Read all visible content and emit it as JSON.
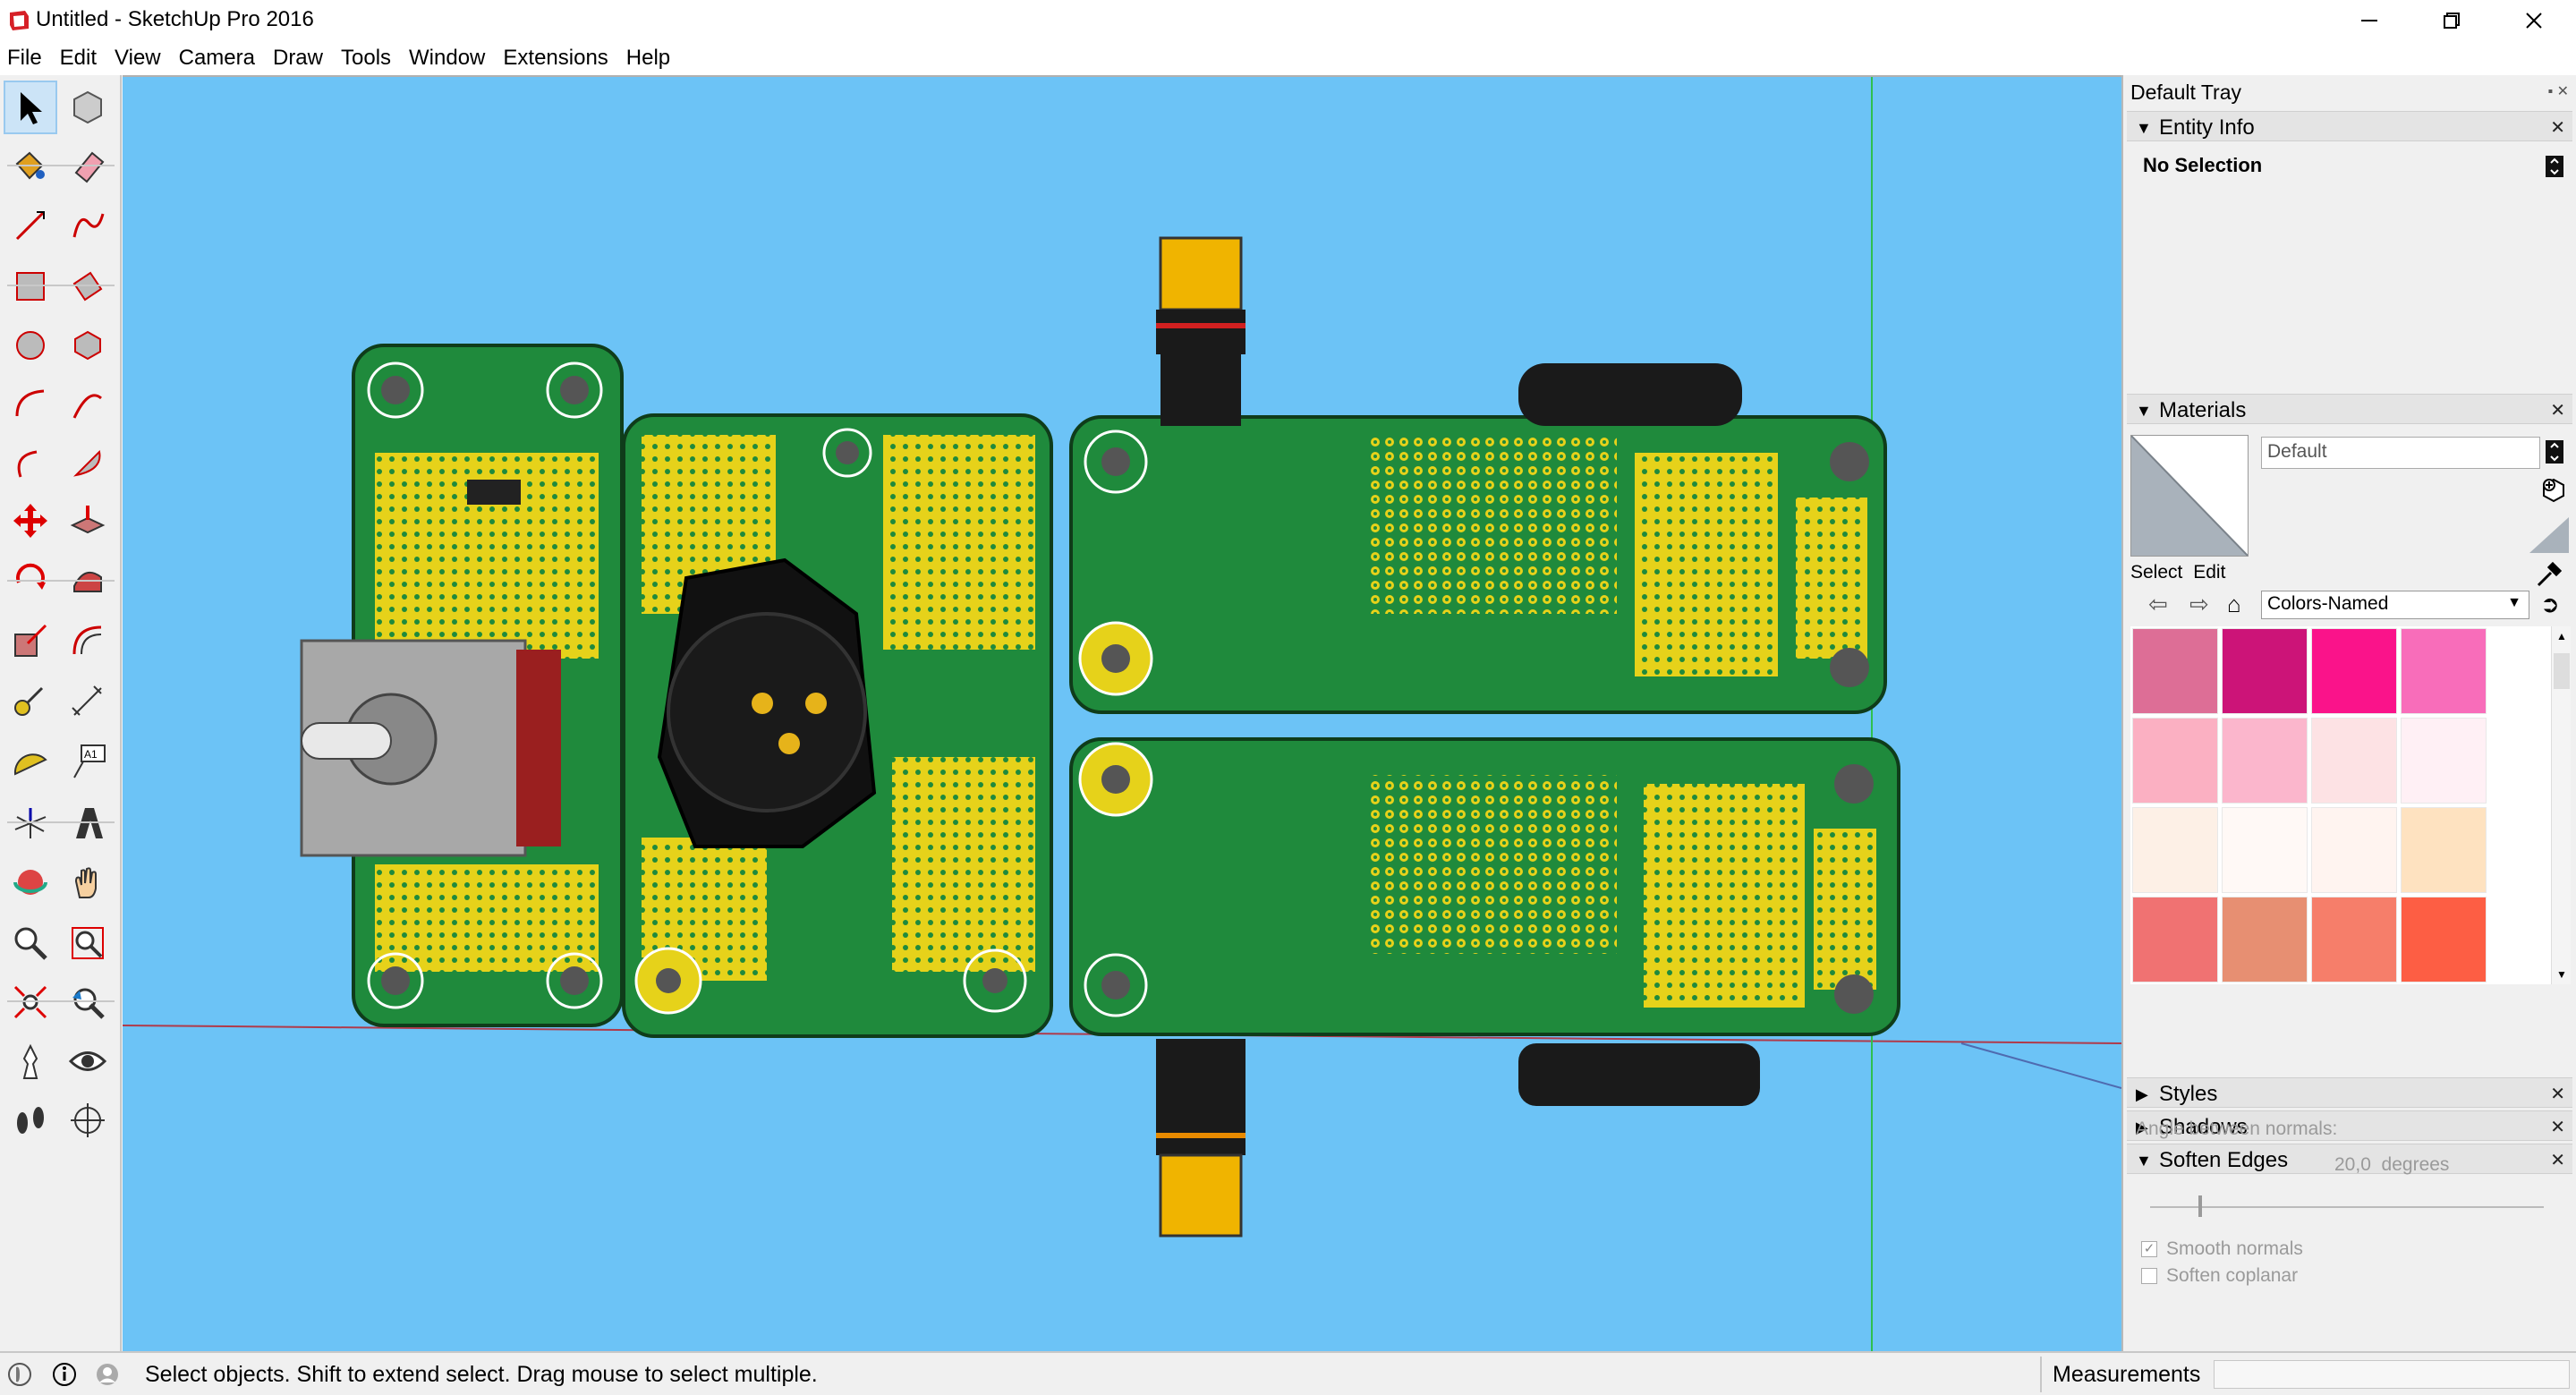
{
  "window": {
    "title": "Untitled - SketchUp Pro 2016"
  },
  "menu": [
    "File",
    "Edit",
    "View",
    "Camera",
    "Draw",
    "Tools",
    "Window",
    "Extensions",
    "Help"
  ],
  "toolbar": {
    "icons": [
      "select-icon",
      "make-component-icon",
      "paint-bucket-icon",
      "eraser-icon",
      "line-icon",
      "freehand-icon",
      "rectangle-icon",
      "rotated-rectangle-icon",
      "circle-icon",
      "polygon-icon",
      "arc-icon",
      "two-point-arc-icon",
      "three-point-arc-icon",
      "pie-icon",
      "move-icon",
      "push-pull-icon",
      "rotate-icon",
      "follow-me-icon",
      "scale-icon",
      "offset-icon",
      "tape-measure-icon",
      "dimension-icon",
      "protractor-icon",
      "text-icon",
      "axes-icon",
      "3d-text-icon",
      "orbit-icon",
      "pan-icon",
      "zoom-icon",
      "zoom-window-icon",
      "zoom-extents-icon",
      "previous-view-icon",
      "position-camera-icon",
      "look-around-icon",
      "walk-icon",
      "section-plane-icon"
    ]
  },
  "viewport": {
    "background": "#6cc3f6",
    "pcb_green": "#1f8a3c",
    "pad_yellow": "#e6d21a"
  },
  "tray": {
    "title": "Default Tray",
    "entity_info": {
      "label": "Entity Info",
      "selection": "No Selection"
    },
    "materials": {
      "label": "Materials",
      "current": "Default",
      "tab_select": "Select",
      "tab_edit": "Edit",
      "library": "Colors-Named",
      "swatches": [
        "#dd6e96",
        "#cc1478",
        "#fa138a",
        "#f86dba",
        "#fbb0c2",
        "#fbb6cc",
        "#fde2e4",
        "#fff0f5",
        "#fdf0e6",
        "#fff9f6",
        "#fff4f0",
        "#fee2c0",
        "#f07272",
        "#e78f72",
        "#f67e6a",
        "#fd5e44"
      ]
    },
    "styles": {
      "label": "Styles"
    },
    "shadows": {
      "label": "Shadows"
    },
    "soften_edges": {
      "label": "Soften Edges",
      "angle_label": "Angle between normals:",
      "angle_value": "20,0",
      "angle_unit": "degrees",
      "smooth_normals": "Smooth normals",
      "smooth_normals_checked": true,
      "soften_coplanar": "Soften coplanar",
      "soften_coplanar_checked": false
    }
  },
  "status": {
    "message": "Select objects. Shift to extend select. Drag mouse to select multiple.",
    "measurements_label": "Measurements",
    "measurements_value": ""
  }
}
